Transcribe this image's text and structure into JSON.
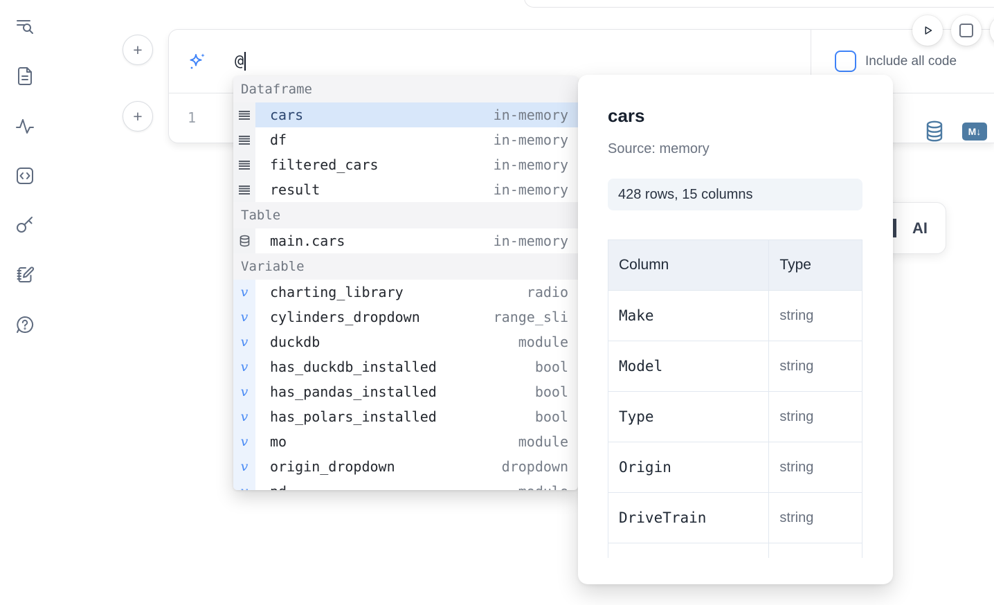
{
  "sidebar": {
    "icons": [
      "list-search",
      "file-text",
      "activity",
      "code-snippet",
      "key",
      "notebook-edit",
      "help-chat"
    ]
  },
  "run_controls": {
    "play": "run",
    "stop": "interrupt"
  },
  "cell": {
    "add_button_top": "+",
    "add_button_bottom": "+",
    "ai_input_value": "@",
    "include_all_code": {
      "label": "Include all code",
      "checked": false
    },
    "line_number": "1",
    "actions": {
      "markdown_badge": "M↓",
      "database_icon": "database"
    }
  },
  "ai_button": {
    "visible_label": "AI"
  },
  "autocomplete": {
    "sections": [
      {
        "label": "Dataframe",
        "items": [
          {
            "name": "cars",
            "type": "in-memory",
            "selected": true
          },
          {
            "name": "df",
            "type": "in-memory"
          },
          {
            "name": "filtered_cars",
            "type": "in-memory"
          },
          {
            "name": "result",
            "type": "in-memory"
          }
        ]
      },
      {
        "label": "Table",
        "items": [
          {
            "name": "main.cars",
            "type": "in-memory"
          }
        ]
      },
      {
        "label": "Variable",
        "items": [
          {
            "name": "charting_library",
            "type": "radio"
          },
          {
            "name": "cylinders_dropdown",
            "type": "range_sli"
          },
          {
            "name": "duckdb",
            "type": "module"
          },
          {
            "name": "has_duckdb_installed",
            "type": "bool"
          },
          {
            "name": "has_pandas_installed",
            "type": "bool"
          },
          {
            "name": "has_polars_installed",
            "type": "bool"
          },
          {
            "name": "mo",
            "type": "module"
          },
          {
            "name": "origin_dropdown",
            "type": "dropdown"
          },
          {
            "name": "pd",
            "type": "module"
          }
        ]
      }
    ],
    "variable_glyph": "v"
  },
  "preview": {
    "title": "cars",
    "source_label": "Source: memory",
    "shape_badge": "428 rows, 15 columns",
    "table": {
      "headers": [
        "Column",
        "Type"
      ],
      "rows": [
        {
          "column": "Make",
          "type": "string"
        },
        {
          "column": "Model",
          "type": "string"
        },
        {
          "column": "Type",
          "type": "string"
        },
        {
          "column": "Origin",
          "type": "string"
        },
        {
          "column": "DriveTrain",
          "type": "string"
        }
      ]
    }
  },
  "colors": {
    "accent_blue": "#3f83f8",
    "steel_blue": "#4d7ba3",
    "selected_row_bg": "#d8e7fa",
    "sidebar_icon": "#5f6b7f"
  }
}
